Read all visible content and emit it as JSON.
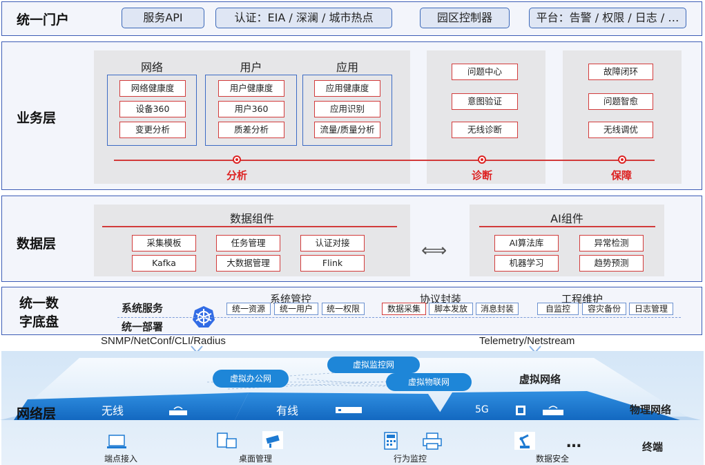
{
  "portal": {
    "title": "统一门户",
    "items": [
      "服务API",
      "认证：EIA / 深澜 / 城市热点",
      "园区控制器",
      "平台：告警 / 权限 / 日志 / …"
    ]
  },
  "business": {
    "title": "业务层",
    "groups": [
      {
        "title": "网络",
        "items": [
          "网络健康度",
          "设备360",
          "变更分析"
        ]
      },
      {
        "title": "用户",
        "items": [
          "用户健康度",
          "用户360",
          "质差分析"
        ]
      },
      {
        "title": "应用",
        "items": [
          "应用健康度",
          "应用识别",
          "流量/质量分析"
        ]
      }
    ],
    "diagnose_items": [
      "问题中心",
      "意图验证",
      "无线诊断"
    ],
    "assure_items": [
      "故障闭环",
      "问题智愈",
      "无线调优"
    ],
    "stages": [
      "分析",
      "诊断",
      "保障"
    ]
  },
  "data_layer": {
    "title": "数据层",
    "data_components": {
      "title": "数据组件",
      "items": [
        "采集模板",
        "任务管理",
        "认证对接",
        "Kafka",
        "大数据管理",
        "Flink"
      ]
    },
    "ai_components": {
      "title": "AI组件",
      "items": [
        "AI算法库",
        "异常检测",
        "机器学习",
        "趋势预测"
      ]
    },
    "arrow": "⟺"
  },
  "digital_base": {
    "title_line1": "统一数",
    "title_line2": "字底盘",
    "system_service": "系统服务",
    "unified_deploy": "统一部署",
    "sections": [
      {
        "title": "系统管控",
        "items": [
          "统一资源",
          "统一用户",
          "统一权限"
        ]
      },
      {
        "title": "协议封装",
        "items": [
          "数据采集",
          "脚本发放",
          "消息封装"
        ]
      },
      {
        "title": "工程维护",
        "items": [
          "自监控",
          "容灾备份",
          "日志管理"
        ]
      }
    ]
  },
  "protocols": {
    "left": "SNMP/NetConf/CLI/Radius",
    "right": "Telemetry/Netstream"
  },
  "network_layer": {
    "title": "网络层",
    "clouds": [
      "虚拟办公网",
      "虚拟监控网",
      "虚拟物联网"
    ],
    "virtual_network": "虚拟网络",
    "physical_network": "物理网络",
    "segments": [
      "无线",
      "有线",
      "5G"
    ],
    "terminal": "终端",
    "terminal_groups": [
      "端点接入",
      "桌面管理",
      "行为监控",
      "数据安全"
    ],
    "ellipsis": "…"
  },
  "colors": {
    "accent": "#3b5bb5",
    "red": "#d23a3a",
    "network_blue": "#1e86d8"
  }
}
